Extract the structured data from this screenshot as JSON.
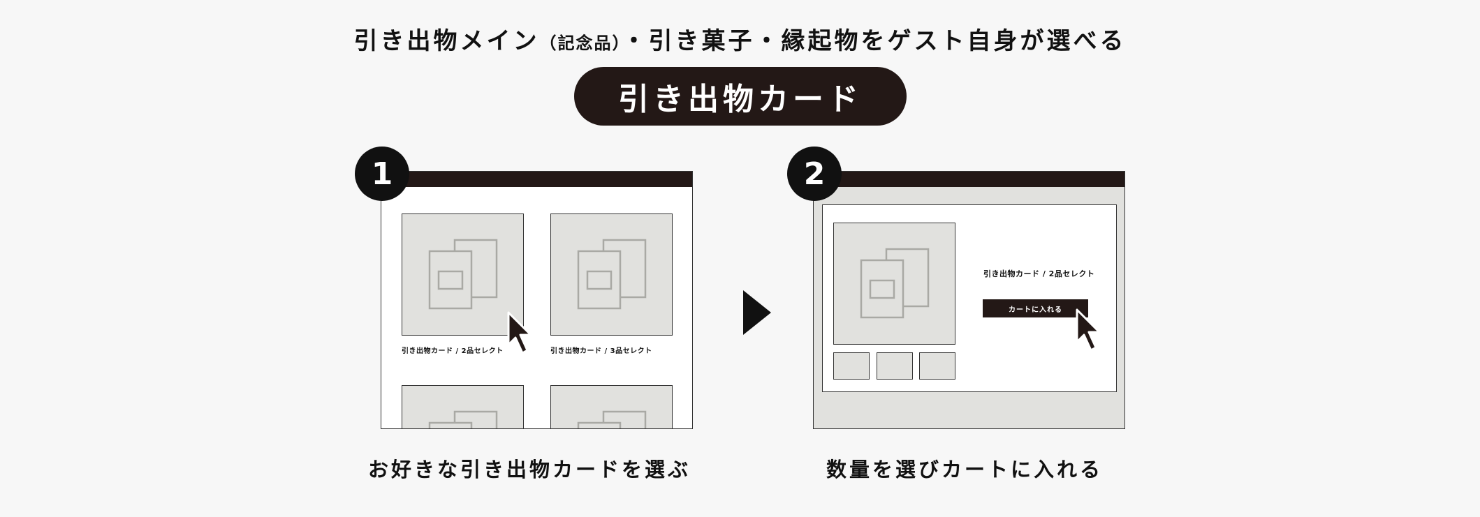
{
  "header": {
    "headline_part1": "引き出物メイン",
    "headline_paren": "（記念品）",
    "headline_part2": "・引き菓子・縁起物をゲスト自身が選べる",
    "title_pill": "引き出物カード"
  },
  "step1": {
    "number": "1",
    "cards": [
      {
        "caption": "引き出物カード / 2品セレクト"
      },
      {
        "caption": "引き出物カード / 3品セレクト"
      },
      {
        "caption": ""
      },
      {
        "caption": ""
      }
    ],
    "caption": "お好きな引き出物カードを選ぶ"
  },
  "step2": {
    "number": "2",
    "product_title": "引き出物カード / 2品セレクト",
    "cart_button_label": "カートに入れる",
    "caption": "数量を選びカートに入れる"
  },
  "colors": {
    "background": "#f7f7f7",
    "dark": "#231816",
    "placeholder": "#e1e1de"
  },
  "icons": [
    "image-placeholder-icon",
    "pointer-cursor-icon",
    "next-arrow-icon"
  ]
}
